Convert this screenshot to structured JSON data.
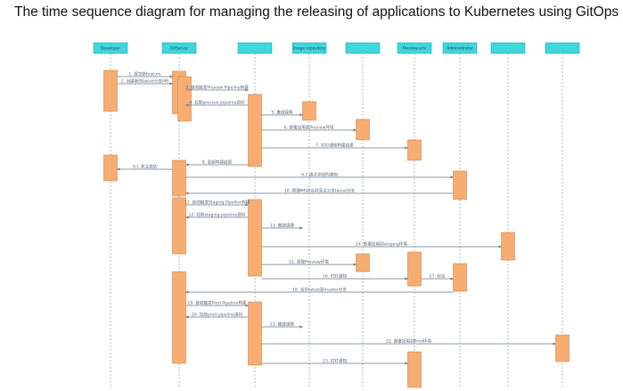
{
  "title": "The time sequence diagram for managing the releasing of applications to Kubernetes using GitOps",
  "colors": {
    "header_fill": "#3fd6dc",
    "activation_fill": "#f7ad72",
    "activation_stroke": "#c7894f",
    "lifeline": "#9aa7b2",
    "message": "#6d7780",
    "label": "#556677"
  },
  "participants": [
    {
      "id": "developer",
      "label": "Developer"
    },
    {
      "id": "gitserver",
      "label": "GitServer"
    },
    {
      "id": "p3",
      "label": ""
    },
    {
      "id": "p4",
      "label": "Image repository"
    },
    {
      "id": "p5",
      "label": ""
    },
    {
      "id": "p6",
      "label": "Preview env"
    },
    {
      "id": "admin",
      "label": "Administrator"
    },
    {
      "id": "p8",
      "label": ""
    },
    {
      "id": "p9",
      "label": ""
    }
  ],
  "messages": [
    {
      "n": 1,
      "label": "1. 提交新feature",
      "from": "developer",
      "to": "gitserver"
    },
    {
      "n": 2,
      "label": "2. 创建新的latest分支MR",
      "from": "developer",
      "to": "gitserver"
    },
    {
      "n": 3,
      "label": "3. 自动触发Preview Pipeline构建",
      "from": "gitserver",
      "to": "p3"
    },
    {
      "n": 4,
      "label": "4. 拉取preview pipeline源码",
      "from": "p3",
      "to": "gitserver"
    },
    {
      "n": 5,
      "label": "5. 推送镜像",
      "from": "p3",
      "to": "p4"
    },
    {
      "n": 6,
      "label": "6. 部署应用到Preview环境",
      "from": "p3",
      "to": "p5"
    },
    {
      "n": 7,
      "label": "7. 钉钉通知构建结果",
      "from": "p3",
      "to": "p6"
    },
    {
      "n": 8,
      "label": "8. 更新构建结果",
      "from": "p3",
      "to": "gitserver"
    },
    {
      "n": 9,
      "label": "9.1 关注测试",
      "from": "gitserver",
      "to": "developer"
    },
    {
      "n": 10,
      "label": "9.2 通过测试的通知",
      "from": "gitserver",
      "to": "admin"
    },
    {
      "n": 11,
      "label": "10. 管理MR并合并至主分支latest分支",
      "from": "admin",
      "to": "gitserver"
    },
    {
      "n": 12,
      "label": "11. 自动触发Staging Pipeline构建",
      "from": "gitserver",
      "to": "p3"
    },
    {
      "n": 13,
      "label": "12. 拉取staging pipeline源码",
      "from": "p3",
      "to": "gitserver"
    },
    {
      "n": 14,
      "label": "13. 推送镜像",
      "from": "p3",
      "to": "p4"
    },
    {
      "n": 15,
      "label": "14. 部署应用到staging环境",
      "from": "p3",
      "to": "p8"
    },
    {
      "n": 16,
      "label": "15. 清理Preview环境",
      "from": "p3",
      "to": "p5"
    },
    {
      "n": 17,
      "label": "16. 钉钉通知",
      "from": "p3",
      "to": "p6"
    },
    {
      "n": 18,
      "label": "17. 验证",
      "from": "p6",
      "to": "admin"
    },
    {
      "n": 19,
      "label": "18. 合并latest到master分支",
      "from": "admin",
      "to": "gitserver"
    },
    {
      "n": 20,
      "label": "19. 自动触发Prod Pipeline构建",
      "from": "gitserver",
      "to": "p3"
    },
    {
      "n": 21,
      "label": "20. 拉取prod pipeline源码",
      "from": "p3",
      "to": "gitserver"
    },
    {
      "n": 22,
      "label": "21. 推送镜像",
      "from": "p3",
      "to": "p4"
    },
    {
      "n": 23,
      "label": "22. 部署应用到Prod环境",
      "from": "p3",
      "to": "p9"
    },
    {
      "n": 24,
      "label": "23. 钉钉通知",
      "from": "p3",
      "to": "p6"
    }
  ]
}
